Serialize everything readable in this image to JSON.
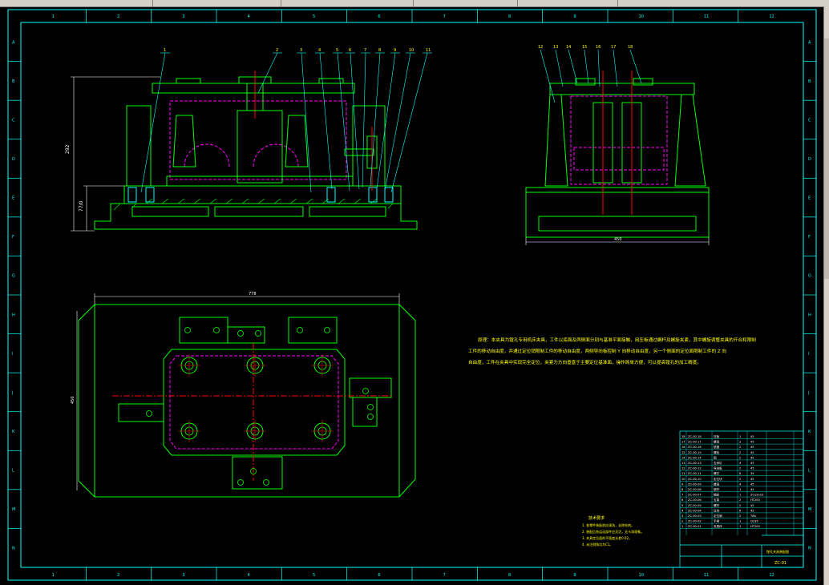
{
  "frame": {
    "col_labels": [
      "1",
      "2",
      "3",
      "4",
      "5",
      "6",
      "7",
      "8",
      "9",
      "10",
      "11",
      "12"
    ],
    "row_labels": [
      "A",
      "B",
      "C",
      "D",
      "E",
      "F",
      "G",
      "H",
      "I",
      "J",
      "K",
      "L",
      "M",
      "N"
    ]
  },
  "front_view": {
    "balloons": [
      "1",
      "2",
      "3",
      "4",
      "5",
      "6",
      "7",
      "8",
      "9",
      "10",
      "11"
    ],
    "dim_height": "292",
    "dim_lower": "77/0"
  },
  "side_view": {
    "balloons": [
      "12",
      "13",
      "14",
      "15",
      "16",
      "17",
      "18"
    ],
    "dim_width": "450"
  },
  "top_view": {
    "dim_width": "778",
    "dim_height": "450"
  },
  "notes": {
    "description_line1": "原理：本夹具为镗孔专用机床夹具，工件以底面及两侧面分别与基准平面接触，用压板通过蜗杆及螺旋夹紧，其中螺旋调整夹具的开合和限制",
    "description_line2": "工件的移动自由度，并通过定位销限制工件的移动自由度，两侧导向板控制 Y 向移动自由度，另一个侧面的定位面限制工件的 Z 向",
    "description_line3": "自由度，工件在夹具中实现完全定位，夹紧力方向垂直于主要定位基准面，操作简单方便，可以提高镗孔的加工精度。",
    "tech_title": "技术要求",
    "tech_items": [
      "1. 各零件装配前应清洗，去除毛刺。",
      "2. 装配后各运动部件应灵活，无卡滞现象。",
      "3. 夹具定位面的平面度允差0.02。",
      "4. 未注倒角均为C1。"
    ]
  },
  "title_block": {
    "drawing_title": "镗孔夹具装配图",
    "drawing_number": "ZC-01",
    "parts": [
      {
        "no": "18",
        "code": "ZC-00-18",
        "name": "压板",
        "qty": "1",
        "mat": "45"
      },
      {
        "no": "17",
        "code": "ZC-00-17",
        "name": "螺母",
        "qty": "2",
        "mat": "45"
      },
      {
        "no": "16",
        "code": "ZC-00-16",
        "name": "垫圈",
        "qty": "2",
        "mat": "45"
      },
      {
        "no": "15",
        "code": "ZC-00-15",
        "name": "螺栓",
        "qty": "2",
        "mat": "45"
      },
      {
        "no": "14",
        "code": "ZC-00-14",
        "name": "销",
        "qty": "2",
        "mat": "45"
      },
      {
        "no": "13",
        "code": "ZC-00-13",
        "name": "支承钉",
        "qty": "4",
        "mat": "45"
      },
      {
        "no": "12",
        "code": "ZC-00-12",
        "name": "导向板",
        "qty": "2",
        "mat": "45"
      },
      {
        "no": "11",
        "code": "ZC-00-11",
        "name": "螺钉",
        "qty": "8",
        "mat": "35"
      },
      {
        "no": "10",
        "code": "ZC-00-10",
        "name": "定位块",
        "qty": "2",
        "mat": "45"
      },
      {
        "no": "9",
        "code": "ZC-00-09",
        "name": "螺母",
        "qty": "4",
        "mat": "45"
      },
      {
        "no": "8",
        "code": "ZC-00-08",
        "name": "蜗杆",
        "qty": "1",
        "mat": "45"
      },
      {
        "no": "7",
        "code": "ZC-00-07",
        "name": "蜗轮",
        "qty": "1",
        "mat": "ZCuSn10"
      },
      {
        "no": "6",
        "code": "ZC-00-06",
        "name": "支架",
        "qty": "2",
        "mat": "HT200"
      },
      {
        "no": "5",
        "code": "ZC-00-05",
        "name": "螺杆",
        "qty": "2",
        "mat": "45"
      },
      {
        "no": "4",
        "code": "ZC-00-04",
        "name": "压块",
        "qty": "6",
        "mat": "45"
      },
      {
        "no": "3",
        "code": "ZC-00-03",
        "name": "定位销",
        "qty": "2",
        "mat": "T8A"
      },
      {
        "no": "2",
        "code": "ZC-00-02",
        "name": "手柄",
        "qty": "1",
        "mat": "Q235"
      },
      {
        "no": "1",
        "code": "ZC-00-01",
        "name": "夹具体",
        "qty": "1",
        "mat": "HT200"
      }
    ]
  },
  "colors": {
    "background": "#000000",
    "frame": "#00ffff",
    "outline": "#00ff00",
    "hidden": "#ff00ff",
    "center": "#ff0000",
    "dimension": "#ffffff",
    "text": "#ffff00"
  }
}
